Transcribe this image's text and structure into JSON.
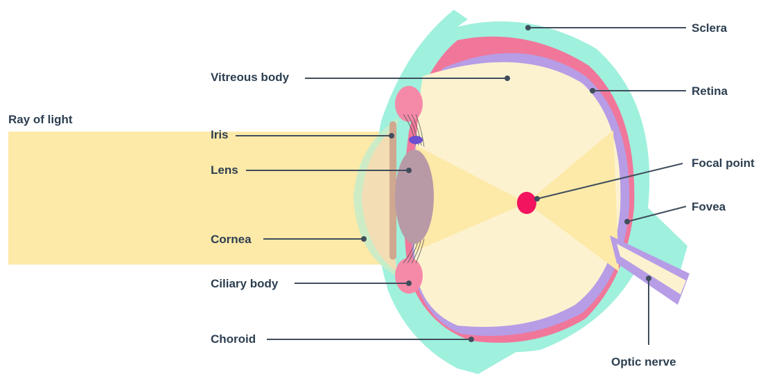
{
  "labels": {
    "ray_of_light": "Ray of light",
    "vitreous_body": "Vitreous body",
    "iris": "Iris",
    "lens": "Lens",
    "cornea": "Cornea",
    "ciliary_body": "Ciliary body",
    "choroid": "Choroid",
    "sclera": "Sclera",
    "retina": "Retina",
    "focal_point": "Focal point",
    "fovea": "Fovea",
    "optic_nerve": "Optic nerve"
  },
  "colors": {
    "sclera": "#9ff0dd",
    "choroid": "#f0779a",
    "retina": "#b69de6",
    "vitreous": "#fdf2cf",
    "light_beam": "#fde9a8",
    "lens": "#b89aa6",
    "focal_point": "#f2145e",
    "ciliary": "#f58aa8",
    "label_text": "#2c3e50",
    "leader_line": "#3f4d5c"
  }
}
